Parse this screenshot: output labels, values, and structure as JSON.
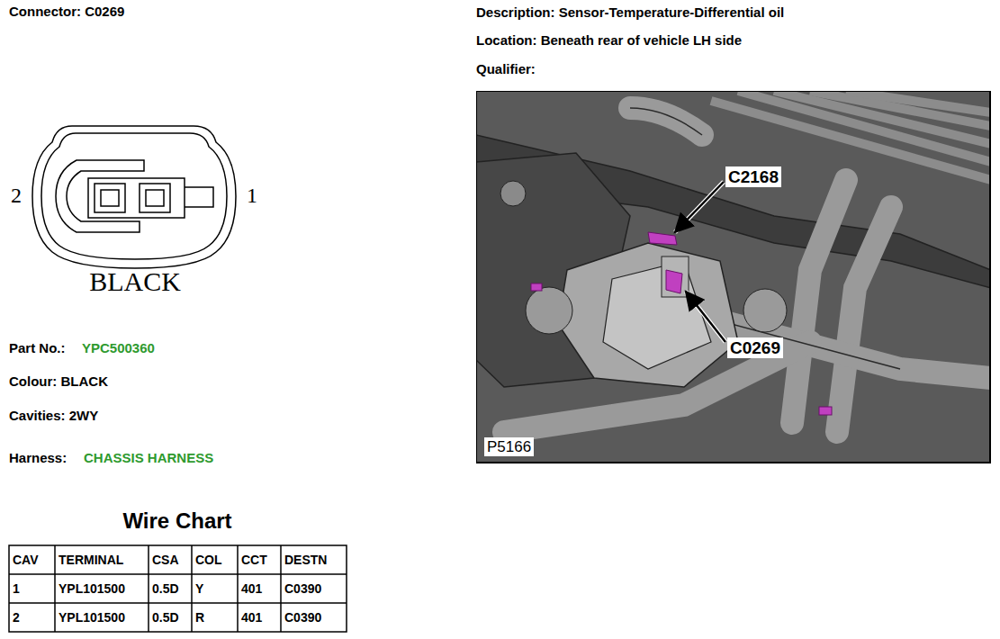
{
  "diagram": {
    "labels": [
      "Connector: C0269",
      "Part No.:",
      "YPC500360",
      "Colour: BLACK",
      "Cavities: 2WY",
      "Harness:",
      "CHASSIS HARNESS",
      "Description: Sensor-Temperature-Differential oil",
      "Location: Beneath rear of vehicle LH side",
      "Qualifier:",
      "2",
      "1",
      "BLACK",
      "C2168",
      "C0269",
      "P5166",
      "Wire Chart",
      "CAV",
      "TERMINAL",
      "CSA",
      "COL",
      "CCT",
      "DESTN",
      "1",
      "YPL101500",
      "0.5D",
      "Y",
      "401",
      "C0390",
      "2",
      "YPL101500",
      "0.5D",
      "R",
      "401",
      "C0390"
    ]
  }
}
